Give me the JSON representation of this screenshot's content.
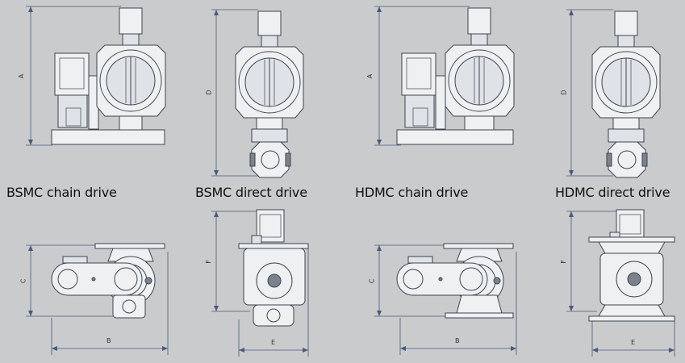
{
  "captions": [
    {
      "id": "bsmc-chain",
      "text": "BSMC chain drive"
    },
    {
      "id": "bsmc-direct",
      "text": "BSMC direct drive"
    },
    {
      "id": "hdmc-chain",
      "text": "HDMC chain drive"
    },
    {
      "id": "hdmc-direct",
      "text": "HDMC direct drive"
    }
  ],
  "dimensions": {
    "fig1_top": "A",
    "fig2_top": "D",
    "fig3_top": "A",
    "fig4_top": "D",
    "fig1_bot_v": "C",
    "fig1_bot_h": "B",
    "fig2_bot_v": "F",
    "fig2_bot_h": "E",
    "fig3_bot_v": "C",
    "fig3_bot_h": "B",
    "fig4_bot_v": "F",
    "fig4_bot_h": "E"
  },
  "colors": {
    "background": "#c9cbcd",
    "line": "#3d4650",
    "dimension": "#4a5a78"
  }
}
